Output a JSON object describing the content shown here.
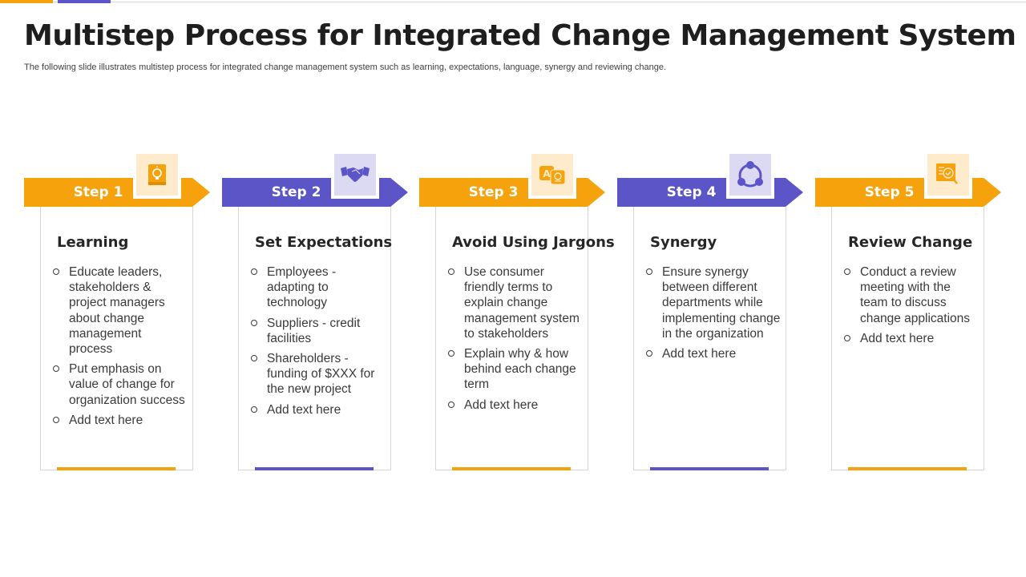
{
  "slide": {
    "title": "Multistep Process for Integrated Change Management System",
    "subtitle": "The following slide illustrates multistep process for integrated change management system such as learning, expectations, language, synergy and reviewing change."
  },
  "colors": {
    "orange": "#f5a20c",
    "purple": "#5b55c7",
    "orange_light": "#fdebcc",
    "purple_light": "#dcdaf3"
  },
  "steps": [
    {
      "label": "Step 1",
      "icon": "book-lightbulb-icon",
      "color": "orange",
      "title": "Learning",
      "bullets": [
        "Educate leaders, stakeholders & project managers about change management process",
        "Put emphasis on value of change for organization success",
        "Add text here"
      ]
    },
    {
      "label": "Step 2",
      "icon": "handshake-icon",
      "color": "purple",
      "title": "Set Expectations",
      "bullets": [
        "Employees - adapting to technology",
        "Suppliers - credit facilities",
        "Shareholders - funding of $XXX for the new project",
        "Add text here"
      ]
    },
    {
      "label": "Step 3",
      "icon": "translate-icon",
      "color": "orange",
      "title": "Avoid Using Jargons",
      "bullets": [
        "Use consumer friendly terms to explain change management system to stakeholders",
        "Explain why & how behind each change term",
        "Add text here"
      ]
    },
    {
      "label": "Step 4",
      "icon": "network-cycle-icon",
      "color": "purple",
      "title": "Synergy",
      "bullets": [
        "Ensure synergy between different departments while implementing change in the organization",
        "Add text here"
      ]
    },
    {
      "label": "Step 5",
      "icon": "document-review-icon",
      "color": "orange",
      "title": "Review Change",
      "bullets": [
        "Conduct a review meeting with the team to discuss change applications",
        "Add text here"
      ]
    }
  ]
}
